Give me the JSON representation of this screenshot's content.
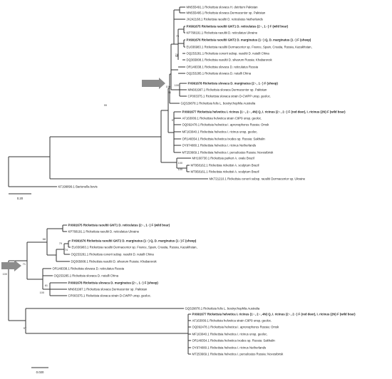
{
  "tree_top": {
    "scale_bar": "0.20",
    "leaves": [
      {
        "id": "t1",
        "label": "MN555491.1 Rickettsia slovaca H. detritum Pakistan",
        "bold": false
      },
      {
        "id": "t2",
        "label": "MN555495.1 Rickettsia slovaca Dermacentor sp. Pakistan",
        "bold": false
      },
      {
        "id": "t3",
        "label": "JX242168.1 Rickettsia raoultii D. reticulatus Netherlands",
        "bold": false
      },
      {
        "id": "t4",
        "label": "PX991675 Rickettsia raoultii GNT1 D. reticulatus (2♀, 1♂) F (wild boar)",
        "bold": true
      },
      {
        "id": "t5",
        "label": "KP768191.1 Rickettsia raoultii D. reticulatus Ukraine",
        "bold": false
      },
      {
        "id": "t6",
        "label": "PX991676 Rickettsia raoultii GNT2 D. marginatus (1♀) Q, D. marginatus (1♂) F (sheep)",
        "bold": true
      },
      {
        "id": "t7",
        "label": "EU036983.1 Rickettsia raoultii Dermacentor sp. France, Spain, Croatia, Russia, Kazakhstan,",
        "bold": false
      },
      {
        "id": "t8",
        "label": "OQ253281.1 Rickettsia conorii subsp. raoultii D. nutalli China",
        "bold": false
      },
      {
        "id": "t9",
        "label": "DQ365808.1 Rickettsia raoultii D. silvarum Russia: Khabarovsk",
        "bold": false
      },
      {
        "id": "t10",
        "label": "OR148338.1 Rickettsia slovaca D. reticulatus Russia",
        "bold": false
      },
      {
        "id": "t11",
        "label": "OQ253285.1 Rickettsia slovaca D. nutalli China",
        "bold": false
      },
      {
        "id": "t12",
        "label": "PX991678 Rickettsia slovaca D. marginatus (2♀, 1♂) F (sheep)",
        "bold": true
      },
      {
        "id": "t13",
        "label": "MN681997.1 Rickettsia slovaca Dermacentor sp. Pakistan",
        "bold": false
      },
      {
        "id": "t14",
        "label": "CP003375.1 Rickettsia slovaca strain D-CWPP unsp. geoloc.",
        "bold": false
      },
      {
        "id": "t15",
        "label": "GQ329878.1 Rickettsia felis L. bostrychophila Australia",
        "bold": false
      },
      {
        "id": "t16",
        "label": "PX991677 Rickettsia helvetica I. ricinus (1♀, 2♂, 4N) Q, I. ricinus (2♀, 2♂) F (red deer), I. ricinus (2N) F (wild boar)",
        "bold": true
      },
      {
        "id": "t17",
        "label": "AF163009.1 Rickettsia helvetica strain C9P9 unsp. geoloc.",
        "bold": false
      },
      {
        "id": "t18",
        "label": "OQ092478.1 Rickettsia helvetica I. apronophorus Russia: Omsk",
        "bold": false
      },
      {
        "id": "t19",
        "label": "MF163040.1 Rickettsia helvetica I. ricinus unsp. geoloc.",
        "bold": false
      },
      {
        "id": "t20",
        "label": "OR148354.1 Rickettsia helvetica Ixodes sp. Russia: Sakhalin",
        "bold": false
      },
      {
        "id": "t21",
        "label": "OY974080.1 Rickettsia helvetica I. ricinus Netherlands",
        "bold": false
      },
      {
        "id": "t22",
        "label": "MT253669.1 Rickettsia helvetica I. persulcatus Russia: Novosibirsk",
        "bold": false
      },
      {
        "id": "t23",
        "label": "MH160730.1 Rickettsia parkeri A. ovale Brazil",
        "bold": false
      },
      {
        "id": "t24",
        "label": "MT958162.1 Rickettsia rickettsii A. sculptum Brazil",
        "bold": false
      },
      {
        "id": "t25",
        "label": "MT958161.1 Rickettsia rickettsii A. sculptum Brazil",
        "bold": false
      },
      {
        "id": "t26",
        "label": "MK721210.1 Rickettsia conorii subsp. raoultii Dermacentor sp. Ukraine",
        "bold": false
      },
      {
        "id": "t27",
        "label": "KF199899.1 Bartonella bovis",
        "bold": false
      }
    ],
    "bootstrap": [
      "99",
      "79",
      "98",
      "74",
      "100",
      "51",
      "100",
      "97",
      "100",
      "100"
    ]
  },
  "tree_bottom": {
    "scale_bar": "0.020",
    "leaves": [
      {
        "id": "b1",
        "label": "PX991675 Rickettsia raoultii GNT1 D. reticulatus (2♀, 1♂) F (wild boar)",
        "bold": true
      },
      {
        "id": "b2",
        "label": "KP768191.1 Rickettsia raoultii D. reticulatus Ukraine",
        "bold": false
      },
      {
        "id": "b3",
        "label": "PX991676 Rickettsia raoultii GNT2 D. marginatus (1♀) Q, D. marginatus (1♂) F (sheep)",
        "bold": true
      },
      {
        "id": "b4",
        "label": "EU036983.1 Rickettsia raoultii Dermacentor sp. France, Spain, Croatia, Russia, Kazakhstan,",
        "bold": false
      },
      {
        "id": "b5",
        "label": "OQ253281.1 Rickettsia conorii subsp. raoultii D. nutalli China",
        "bold": false
      },
      {
        "id": "b6",
        "label": "DQ365808.1 Rickettsia raoultii D. silvarum Russia: Khabarovsk",
        "bold": false
      },
      {
        "id": "b7",
        "label": "OR148338.1 Rickettsia slovaca D. reticulatus Russia",
        "bold": false
      },
      {
        "id": "b8",
        "label": "OQ253285.1 Rickettsia slovaca D. nutalli China",
        "bold": false
      },
      {
        "id": "b9",
        "label": "PX991678 Rickettsia slovaca D. marginatus (2♀, 1♂) F (sheep)",
        "bold": true
      },
      {
        "id": "b10",
        "label": "MN681997.1 Rickettsia slovaca Dermacentor sp. Pakistan",
        "bold": false
      },
      {
        "id": "b11",
        "label": "CP003375.1 Rickettsia slovaca strain D-CWPP unsp. geoloc.",
        "bold": false
      },
      {
        "id": "b12",
        "label": "GQ329878.1 Rickettsia felis L. bostrychophila Australia",
        "bold": false
      },
      {
        "id": "b13",
        "label": "PX991677 Rickettsia helvetica I. ricinus (1♀, 2♂, 4N) Q, I. ricinus (2♀, 2♂) F (red deer), I. ricinus (2N) F (wild boar)",
        "bold": true
      },
      {
        "id": "b14",
        "label": "AF163009.1 Rickettsia helvetica strain C9P9 unsp. geoloc.",
        "bold": false
      },
      {
        "id": "b15",
        "label": "OQ092478.1 Rickettsia helvetica I. apronophorus Russia: Omsk",
        "bold": false
      },
      {
        "id": "b16",
        "label": "MF163040.1 Rickettsia helvetica I. ricinus unsp. geoloc.",
        "bold": false
      },
      {
        "id": "b17",
        "label": "OR148354.1 Rickettsia helvetica Ixodes sp. Russia: Sakhalin",
        "bold": false
      },
      {
        "id": "b18",
        "label": "OY974080.1 Rickettsia helvetica I. ricinus Netherlands",
        "bold": false
      },
      {
        "id": "b19",
        "label": "MT253669.1 Rickettsia helvetica I. persulcatus Russia: Novosibirsk",
        "bold": false
      }
    ],
    "bootstrap": [
      "68",
      "79",
      "74",
      "71",
      "100",
      "61",
      "100",
      "97"
    ]
  },
  "colors": {
    "branch": "#333333",
    "arrow": "#8c8c8c",
    "text": "#222222"
  }
}
